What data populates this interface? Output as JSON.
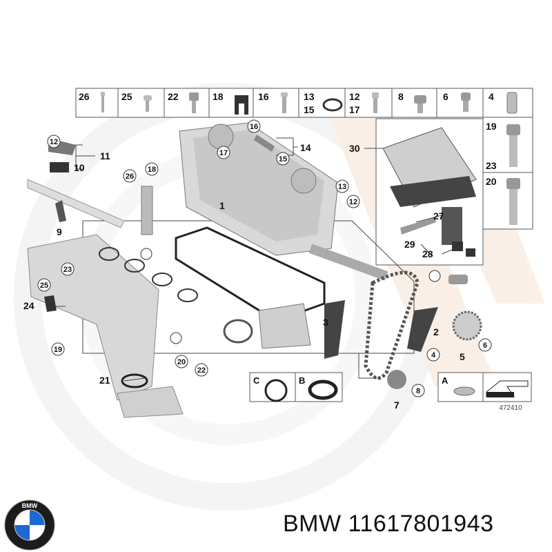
{
  "top_strip": [
    "26",
    "25",
    "22",
    "18",
    "16",
    "13",
    "15",
    "12",
    "17",
    "8",
    "6",
    "4"
  ],
  "right_column": [
    "19",
    "23",
    "20"
  ],
  "callouts": {
    "n1": "1",
    "n2": "2",
    "n3": "3",
    "n4": "4",
    "n5": "5",
    "n6": "6",
    "n7": "7",
    "n8": "8",
    "n9": "9",
    "n10": "10",
    "n11": "11",
    "n12": "12",
    "n13": "13",
    "n14": "14",
    "n15": "15",
    "n16": "16",
    "n17": "17",
    "n18": "18",
    "n19": "19",
    "n20": "20",
    "n21": "21",
    "n22": "22",
    "n23": "23",
    "n24": "24",
    "n25": "25",
    "n26": "26",
    "n27": "27",
    "n28": "28",
    "n29": "29",
    "n30": "30",
    "A": "A",
    "B": "B",
    "C": "C"
  },
  "bottom_boxes": {
    "c": "C",
    "b": "B",
    "a": "A"
  },
  "diagram_number": "472410",
  "footer": {
    "brand": "BMW",
    "part_number": "11617801943",
    "logo_text": "BMW",
    "logo_colors": {
      "ring": "#1c1c1c",
      "blue": "#1c69d4",
      "white": "#ffffff"
    }
  }
}
